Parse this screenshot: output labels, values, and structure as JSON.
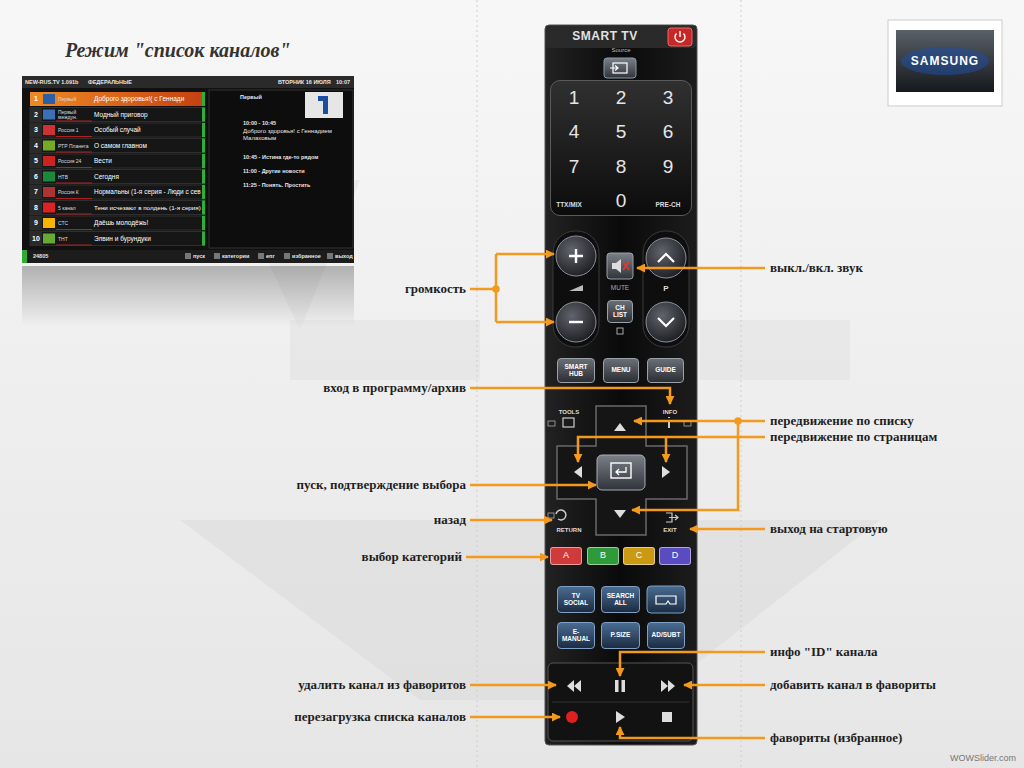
{
  "diagram": {
    "title": "Режим \"список каналов\"",
    "nodes": [
      {
        "text": [
          "SMART TV"
        ]
      },
      {
        "text": [
          "Source"
        ],
        "in": 0
      },
      {
        "text": [
          "1",
          "2",
          "3",
          "4",
          "5",
          "6",
          "7",
          "8",
          "9",
          "TTX/MIX",
          "0",
          "PRE-CH"
        ],
        "in": 0
      },
      {
        "text": [
          "MUTE"
        ],
        "in": 0
      },
      {
        "text": [
          "CH LIST"
        ],
        "in": 0
      },
      {
        "text": [
          "P"
        ],
        "in": 0
      },
      {
        "text": [
          "SMART HUB"
        ],
        "in": 0
      },
      {
        "text": [
          "MENU"
        ],
        "in": 0
      },
      {
        "text": [
          "GUIDE"
        ],
        "in": 0
      },
      {
        "text": [
          "A"
        ],
        "in": 0
      },
      {
        "text": [
          "B"
        ],
        "in": 0
      },
      {
        "text": [
          "C"
        ],
        "in": 0
      },
      {
        "text": [
          "D"
        ],
        "in": 0
      },
      {
        "text": [
          "TV SOCIAL"
        ],
        "in": 0
      },
      {
        "text": [
          "SEARCH ALL"
        ],
        "in": 0
      },
      {
        "text": [
          "E-MANUAL"
        ],
        "in": 0
      },
      {
        "text": [
          "P.SIZE"
        ],
        "in": 0
      },
      {
        "text": [
          "AD/SUBT"
        ],
        "in": 0
      },
      {
        "text": [
          "SAMSUNG"
        ]
      }
    ],
    "labels": [
      "NEW-RUS.TV 1.091b",
      "ФЕДЕРАЛЬНЫЕ",
      "ВТОРНИК 16 ИЮЛЯ",
      "10:07",
      "1",
      "Первый",
      "Доброго здоровья!( с Геннади",
      "2",
      "Первый междун.",
      "Модный приговор",
      "3",
      "Россия 1",
      "Особый случай",
      "4",
      "РТР Планета",
      "О самом главном",
      "5",
      "Россия 24",
      "Вести",
      "6",
      "НТВ",
      "Сегодня",
      "7",
      "Россия К",
      "Нормальны (1-я серия - Люди с сев",
      "8",
      "5 канал",
      "Тени исчезают в полдень (1-я серия)",
      "9",
      "СТС",
      "Даёшь молодёжь!",
      "10",
      "ТНТ",
      "Элвин и бурундуки",
      "Первый",
      "10:00 - 10:45",
      "Доброго здоровья! с Геннадием Малаховым",
      "10:45 - Истина где-то рядом",
      "11:00 - Другие новости",
      "11:25 - Понять. Простить",
      "24805",
      "пуск",
      "категории",
      "епг",
      "избранное",
      "выход",
      "TOOLS",
      "INFO",
      "RETURN",
      "EXIT",
      "выкл./вкл. звук",
      "громкость",
      "вход в программу/архив",
      "передвижение по списку",
      "передвижение по страницам",
      "пуск, подтверждение выбора",
      "назад",
      "выход на стартовую",
      "выбор категорий",
      "инфо \"ID\" канала",
      "удалить канал из фаворитов",
      "добавить канал в фавориты",
      "перезагрузка списка каналов",
      "фавориты (избранное)",
      "WOWSlider.com"
    ]
  }
}
